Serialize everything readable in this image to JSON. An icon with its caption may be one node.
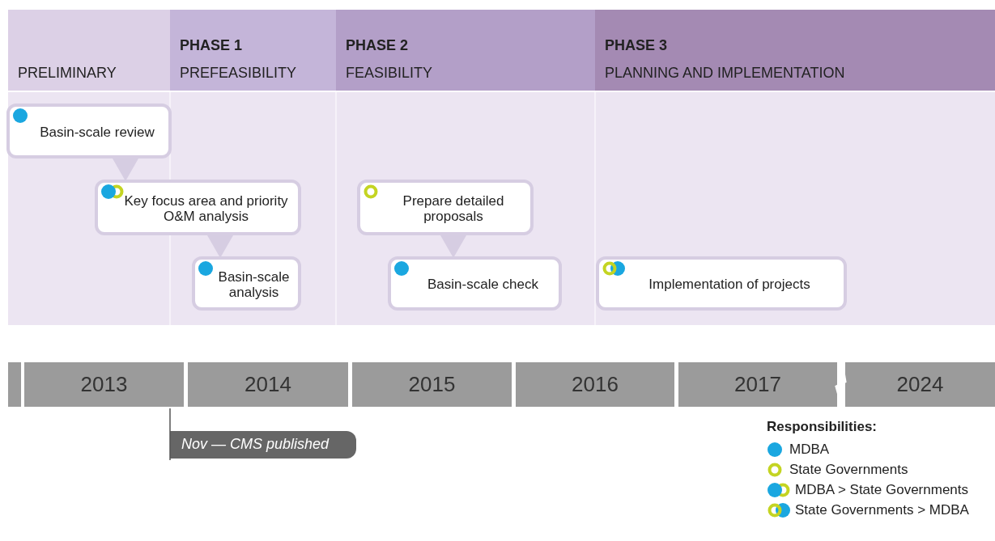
{
  "diagram": {
    "nodes": [
      {
        "text": [
          "PRELIMINARY"
        ]
      },
      {
        "text": [
          "PHASE 1",
          "PREFEASIBILITY"
        ]
      },
      {
        "text": [
          "PHASE 2",
          "FEASIBILITY"
        ]
      },
      {
        "text": [
          "PHASE 3",
          "PLANNING AND IMPLEMENTATION"
        ]
      },
      {
        "text": [
          "Basin-scale review"
        ]
      },
      {
        "text": [
          "Key focus area and priority O&M analysis"
        ]
      },
      {
        "text": [
          "Prepare detailed proposals"
        ]
      },
      {
        "text": [
          "Basin-scale analysis"
        ]
      },
      {
        "text": [
          "Basin-scale check"
        ]
      },
      {
        "text": [
          "Implementation of projects"
        ]
      },
      {
        "text": [],
        "shape": "bar"
      },
      {
        "text": [
          "2013"
        ]
      },
      {
        "text": [
          "2014"
        ]
      },
      {
        "text": [
          "2015"
        ]
      },
      {
        "text": [
          "2016"
        ]
      },
      {
        "text": [
          "2017"
        ]
      },
      {
        "text": [
          "2024"
        ]
      },
      {
        "text": [
          "Nov — CMS published"
        ]
      }
    ],
    "edges": [
      {
        "from": 4,
        "to": 5,
        "arrow": "to"
      },
      {
        "from": 5,
        "to": 7,
        "arrow": "to"
      },
      {
        "from": 6,
        "to": 8,
        "arrow": "to"
      }
    ],
    "labels": [
      "Responsibilities:"
    ],
    "legend": [
      {
        "text": "MDBA",
        "color": "#1aa7e0"
      },
      {
        "text": "State Governments"
      },
      {
        "text": "MDBA > State Governments"
      },
      {
        "text": "State Governments > MDBA"
      }
    ]
  }
}
